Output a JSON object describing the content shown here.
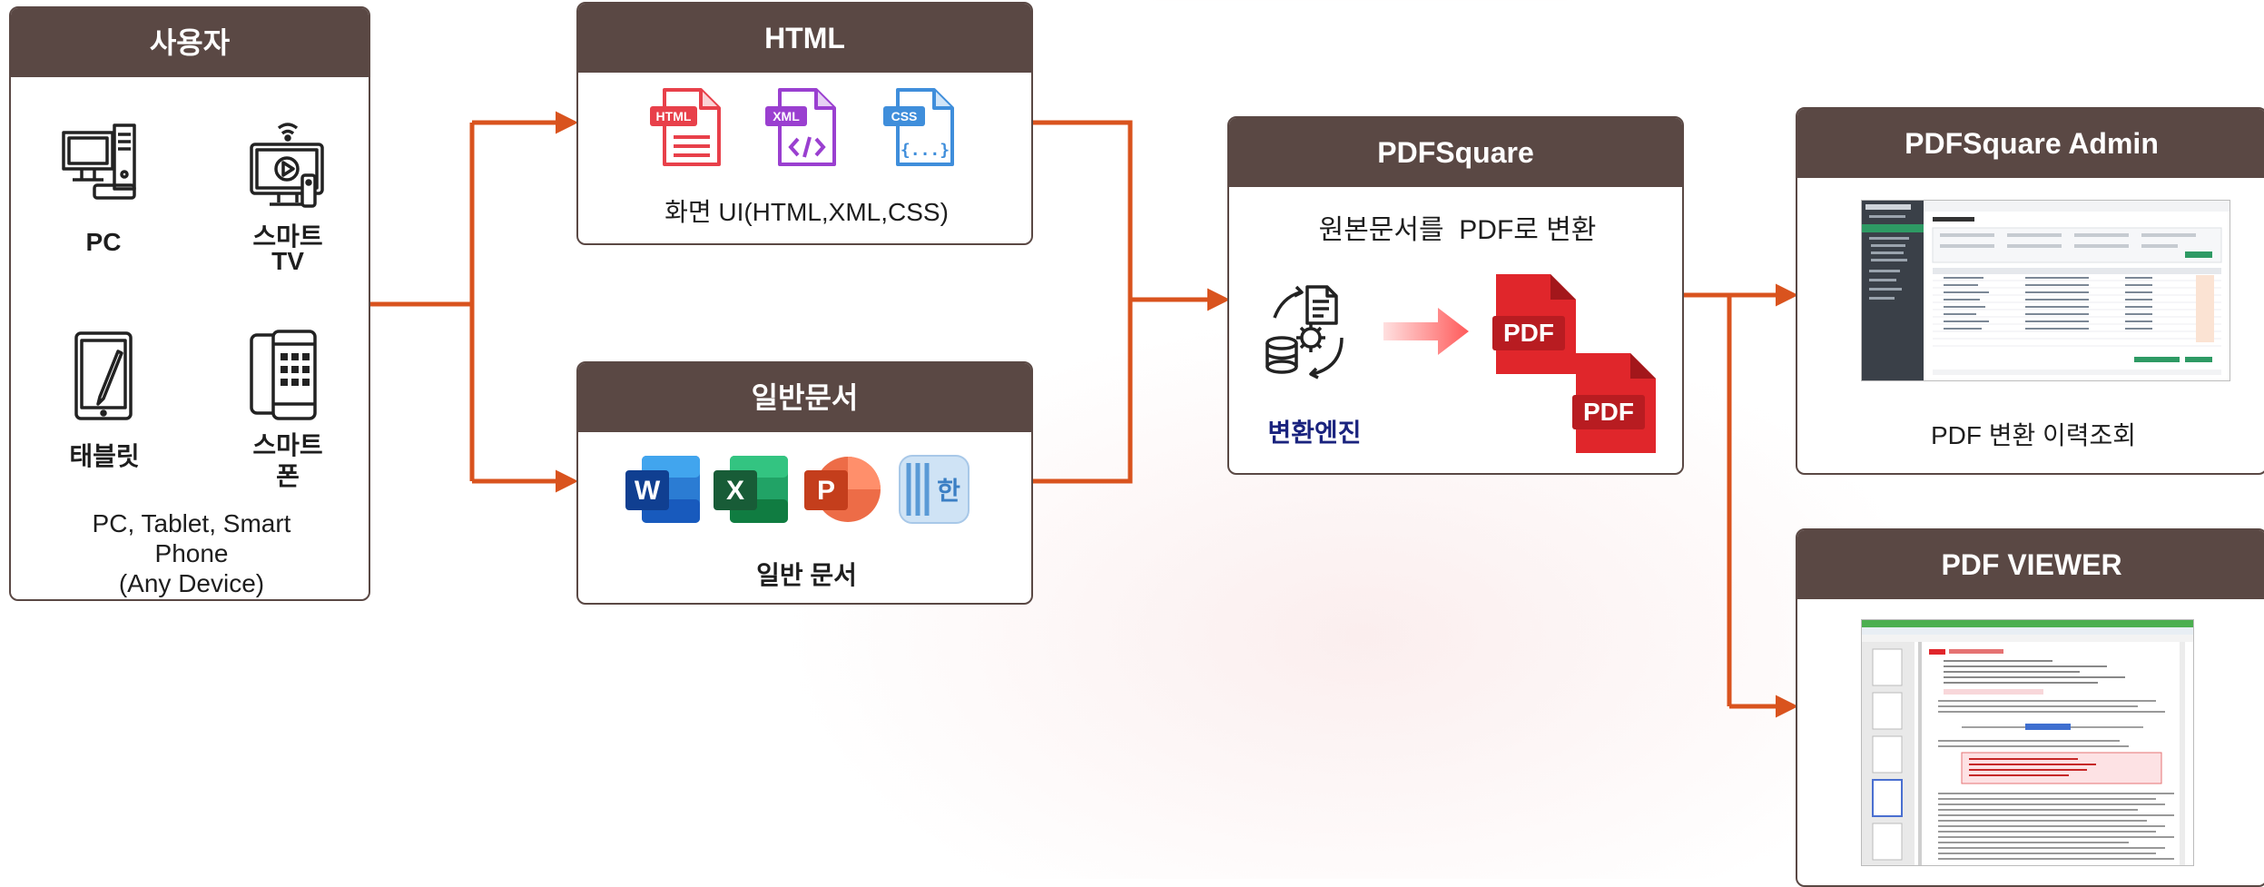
{
  "colors": {
    "header": "#5a4844",
    "arrow": "#d9531e",
    "pdf_red": "#e0262b"
  },
  "user_panel": {
    "title": "사용자",
    "pc_label": "PC",
    "smart_tv_label_1": "스마트",
    "smart_tv_label_2": "TV",
    "tablet_label": "태블릿",
    "smartphone_label_1": "스마트",
    "smartphone_label_2": "폰",
    "caption_1": "PC, Tablet, Smart",
    "caption_2": "Phone",
    "caption_3": "(Any Device)"
  },
  "html_panel": {
    "title": "HTML",
    "icon_html": "HTML",
    "icon_xml": "XML",
    "icon_css": "CSS",
    "caption": "화면 UI(HTML,XML,CSS)"
  },
  "doc_panel": {
    "title": "일반문서",
    "icon_word": "W",
    "icon_excel": "X",
    "icon_ppt": "P",
    "icon_hwp": "한",
    "caption": "일반 문서"
  },
  "pdfsquare_panel": {
    "title": "PDFSquare",
    "subtitle": "원본문서를  PDF로 변환",
    "engine_label": "변환엔진",
    "pdf_label_1": "PDF",
    "pdf_label_2": "PDF"
  },
  "admin_panel": {
    "title": "PDFSquare Admin",
    "caption": "PDF 변환 이력조회"
  },
  "viewer_panel": {
    "title": "PDF VIEWER"
  }
}
